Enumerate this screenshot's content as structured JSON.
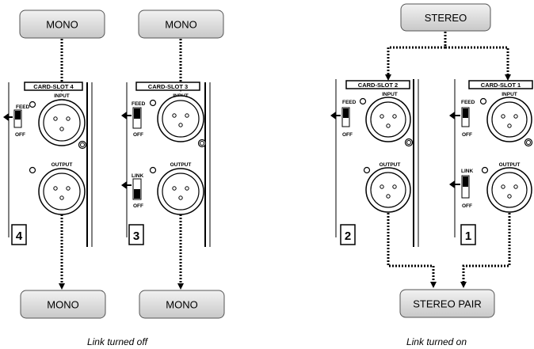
{
  "left": {
    "top_boxes": [
      "MONO",
      "MONO"
    ],
    "bottom_boxes": [
      "MONO",
      "MONO"
    ],
    "caption": "Link turned off"
  },
  "right": {
    "top_box": "STEREO",
    "bottom_box": "STEREO PAIR",
    "caption": "Link turned on"
  },
  "cards": [
    {
      "title": "CARD-SLOT 4",
      "number": "4",
      "feed": "FEED",
      "off": "OFF",
      "input": "INPUT",
      "output": "OUTPUT",
      "link": "",
      "link_off": ""
    },
    {
      "title": "CARD-SLOT 3",
      "number": "3",
      "feed": "FEED",
      "off": "OFF",
      "input": "INPUT",
      "output": "OUTPUT",
      "link": "LINK",
      "link_off": "OFF"
    },
    {
      "title": "CARD-SLOT 2",
      "number": "2",
      "feed": "FEED",
      "off": "OFF",
      "input": "INPUT",
      "output": "OUTPUT",
      "link": "",
      "link_off": ""
    },
    {
      "title": "CARD-SLOT 1",
      "number": "1",
      "feed": "FEED",
      "off": "OFF",
      "input": "INPUT",
      "output": "OUTPUT",
      "link": "LINK",
      "link_off": "OFF"
    }
  ]
}
